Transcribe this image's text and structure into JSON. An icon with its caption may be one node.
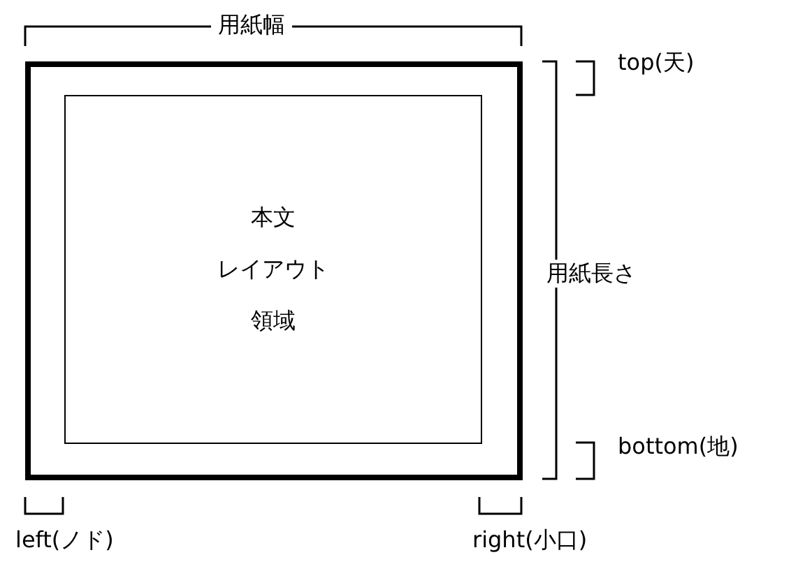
{
  "diagram": {
    "nodes": [
      {
        "text": [],
        "shape": "box"
      },
      {
        "text": [
          "本文",
          "レイアウト",
          "領域"
        ],
        "in": 0
      }
    ],
    "edges": [],
    "labels": [
      "用紙幅",
      "top(天)",
      "用紙長さ",
      "bottom(地)",
      "left(ノド)",
      "right(小口)"
    ]
  }
}
